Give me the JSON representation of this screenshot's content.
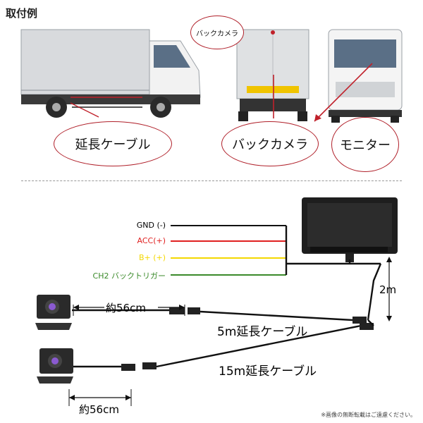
{
  "title": "取付例",
  "callouts": {
    "back_camera_small": "バックカメラ",
    "extension_cable": "延長ケーブル",
    "back_camera": "バックカメラ",
    "monitor": "モニター"
  },
  "wires": [
    {
      "label": "GND (-)",
      "color": "#111111"
    },
    {
      "label": "ACC(+)",
      "color": "#e02020"
    },
    {
      "label": "B+ (+)",
      "color": "#f4d800"
    },
    {
      "label": "CH2 バックトリガー",
      "color": "#3a8a2a"
    }
  ],
  "dimensions": {
    "height": "2m",
    "cable_top_length": "約56cm",
    "cable_bottom_length": "約56cm",
    "extension_5m": "5m延長ケーブル",
    "extension_15m": "15m延長ケーブル"
  },
  "note": "※画像の無断転載はご遠慮ください。"
}
